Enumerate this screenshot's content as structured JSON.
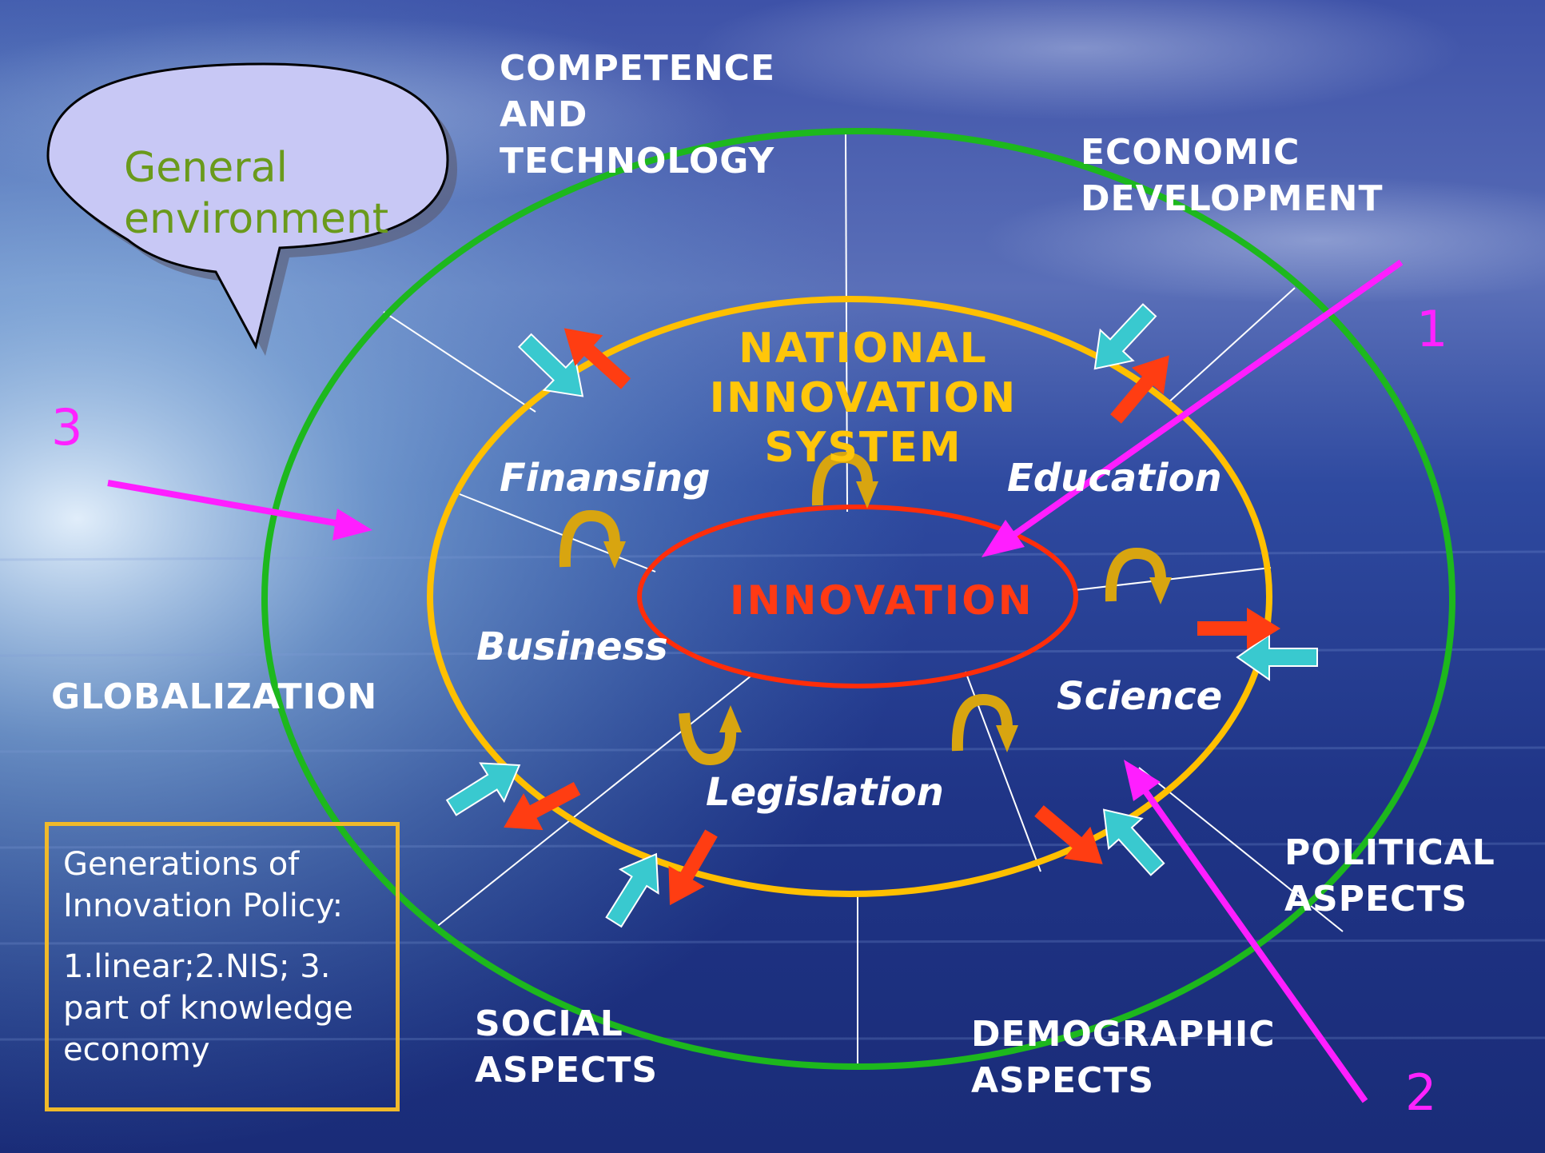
{
  "bubble": {
    "line1": "General",
    "line2": "environment"
  },
  "outer_labels": {
    "competence": [
      "COMPETENCE",
      "AND",
      "TECHNOLOGY"
    ],
    "economic": [
      "ECONOMIC",
      "DEVELOPMENT"
    ],
    "globalization": [
      "GLOBALIZATION"
    ],
    "political": [
      "POLITICAL",
      "ASPECTS"
    ],
    "social": [
      "SOCIAL",
      "ASPECTS"
    ],
    "demographic": [
      "DEMOGRAPHIC",
      "ASPECTS"
    ]
  },
  "nis": [
    "NATIONAL",
    "INNOVATION",
    "SYSTEM"
  ],
  "sectors": {
    "finansing": "Finansing",
    "education": "Education",
    "business": "Business",
    "science": "Science",
    "legislation": "Legislation"
  },
  "core": "INNOVATION",
  "numbers": {
    "one": "1",
    "two": "2",
    "three": "3"
  },
  "generations": {
    "title": "Generations of Innovation Policy:",
    "list": "1.linear;2.NIS; 3. part of knowledge economy"
  },
  "colors": {
    "outer_ring": "#1db81d",
    "middle_ring": "#ffc000",
    "inner_ring": "#ff2d0a",
    "pointer": "#ff1eff",
    "inflow_arrow": "#39c9cf",
    "outflow_arrow": "#ff3d12",
    "cycle_arrow": "#d8a510",
    "bubble_fill": "#c8c8f5"
  }
}
